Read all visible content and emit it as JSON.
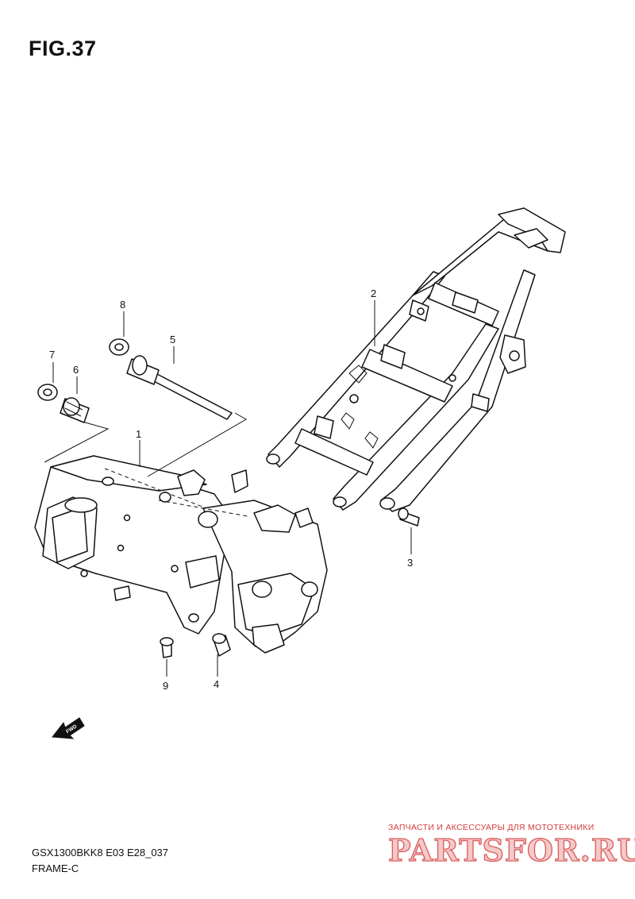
{
  "figure": {
    "title": "FIG.37"
  },
  "callouts": [
    {
      "label": "1"
    },
    {
      "label": "2"
    },
    {
      "label": "3"
    },
    {
      "label": "4"
    },
    {
      "label": "5"
    },
    {
      "label": "6"
    },
    {
      "label": "7"
    },
    {
      "label": "8"
    },
    {
      "label": "9"
    }
  ],
  "fwd_arrow": {
    "label": "FWD"
  },
  "footer": {
    "model": "GSX1300BKK8 E03 E28_037",
    "name": "FRAME-C"
  },
  "watermark": {
    "tagline": "ЗАПЧАСТИ И АКСЕССУАРЫ ДЛЯ МОТОТЕХНИКИ",
    "logo": "PARTSFOR.RU",
    "color": "#d63a3a"
  }
}
